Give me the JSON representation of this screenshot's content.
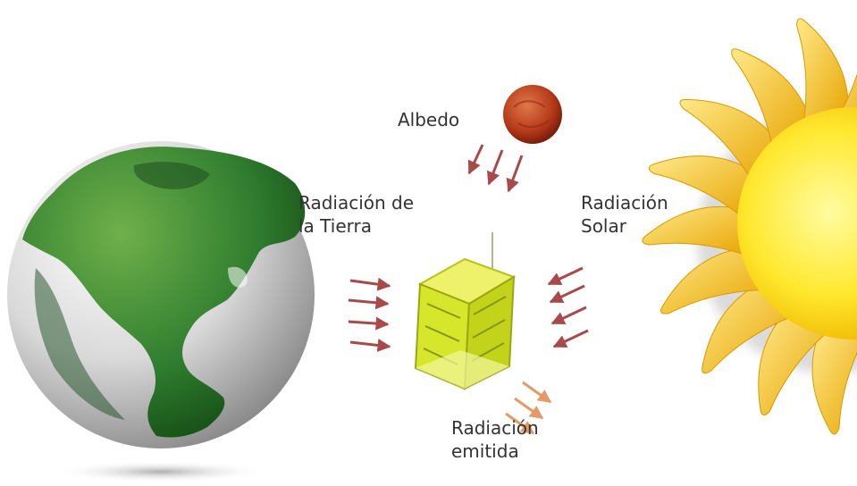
{
  "labels": {
    "albedo": "Albedo",
    "earth_radiation": [
      "Radiación de",
      "la Tierra"
    ],
    "solar_radiation": [
      "Radiación",
      "Solar"
    ],
    "emitted_radiation": [
      "Radiación",
      "emitida"
    ]
  },
  "colors": {
    "earth_green": "#2e7d32",
    "earth_dark": "#1b4d1f",
    "earth_ocean": "#e8e8e8",
    "sun_yellow": "#ffe23a",
    "sun_core": "#fff45c",
    "planet_red": "#b5371c",
    "satellite": "#d8e82a",
    "arrow_red": "#a84a4a",
    "arrow_orange": "#e39a66",
    "text": "#333333"
  },
  "icons": {
    "earth": "globe-icon",
    "sun": "sun-icon",
    "planet": "planet-icon",
    "satellite": "cubesat-icon"
  }
}
